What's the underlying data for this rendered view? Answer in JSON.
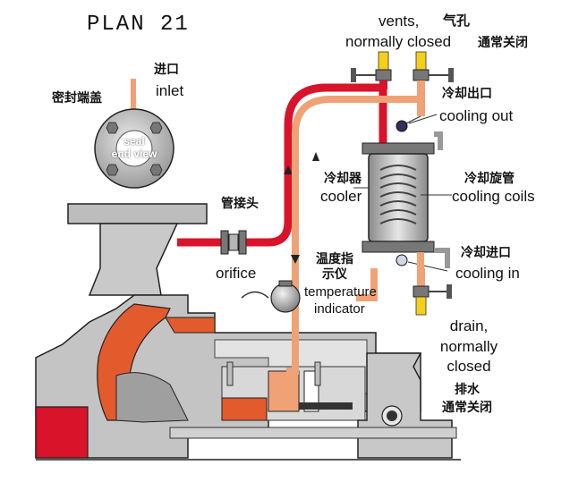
{
  "title": "PLAN 21",
  "labels": {
    "vents_en": "vents,",
    "vents_zh": "气孔",
    "normally_closed_en": "normally closed",
    "normally_closed_zh": "通常关闭",
    "inlet_zh": "进口",
    "inlet_en": "inlet",
    "seal_end_cover_zh": "密封端盖",
    "seal_end_view_1": "seal",
    "seal_end_view_2": "end view",
    "cooling_out_zh": "冷却出口",
    "cooling_out_en": "cooling out",
    "cooler_zh": "冷却器",
    "cooler_en": "cooler",
    "cooling_coils_zh": "冷却旋管",
    "cooling_coils_en": "cooling coils",
    "fitting_zh": "管接头",
    "orifice_en": "orifice",
    "cooling_in_zh": "冷却进口",
    "cooling_in_en": "cooling in",
    "temp_ind_zh_1": "温度指",
    "temp_ind_zh_2": "示仪",
    "temp_ind_en_1": "temperature",
    "temp_ind_en_2": "indicator",
    "drain_en_1": "drain,",
    "drain_en_2": "normally",
    "drain_en_3": "closed",
    "drain_zh_1": "排水",
    "drain_zh_2": "通常关闭"
  },
  "colors": {
    "hot_line": "#d8132a",
    "cool_line": "#f0a276",
    "vent_yellow": "#f5cf1a",
    "casing_gray": "#bfbfbf",
    "casing_dark": "#8a8a8a",
    "impeller_orange": "#e35b2d"
  }
}
